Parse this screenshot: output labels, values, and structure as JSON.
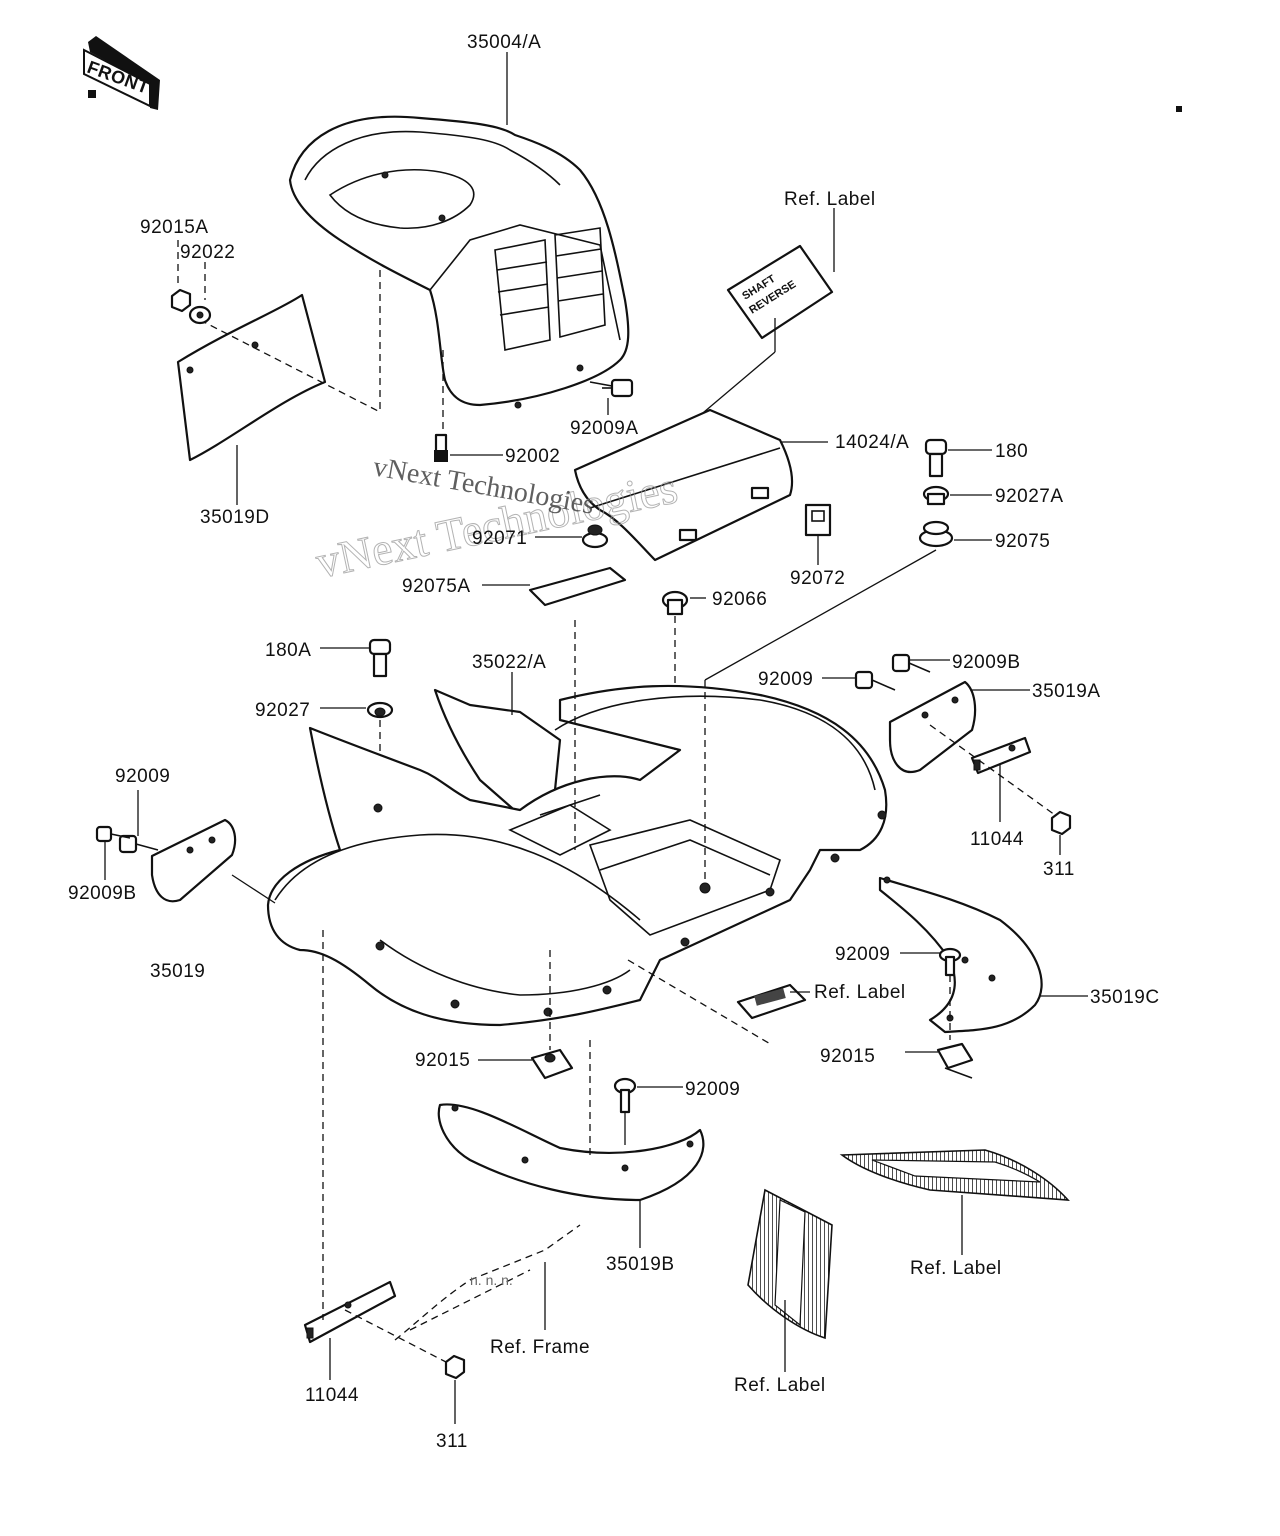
{
  "front_mark": "FRONT",
  "watermarks": [
    "vNext Technologies",
    "vNext Technologies"
  ],
  "callouts": [
    {
      "id": "35004a",
      "text": "35004/A"
    },
    {
      "id": "ref-label-top",
      "text": "Ref. Label"
    },
    {
      "id": "92015a",
      "text": "92015A"
    },
    {
      "id": "92022",
      "text": "92022"
    },
    {
      "id": "92009a",
      "text": "92009A"
    },
    {
      "id": "14024a",
      "text": "14024/A"
    },
    {
      "id": "180",
      "text": "180"
    },
    {
      "id": "92002",
      "text": "92002"
    },
    {
      "id": "92027a",
      "text": "92027A"
    },
    {
      "id": "35019d",
      "text": "35019D"
    },
    {
      "id": "92071",
      "text": "92071"
    },
    {
      "id": "92075",
      "text": "92075"
    },
    {
      "id": "92072",
      "text": "92072"
    },
    {
      "id": "92075a",
      "text": "92075A"
    },
    {
      "id": "92066",
      "text": "92066"
    },
    {
      "id": "180a",
      "text": "180A"
    },
    {
      "id": "35022a",
      "text": "35022/A"
    },
    {
      "id": "92009b-right",
      "text": "92009B"
    },
    {
      "id": "92009-right",
      "text": "92009"
    },
    {
      "id": "35019a",
      "text": "35019A"
    },
    {
      "id": "92027",
      "text": "92027"
    },
    {
      "id": "92009-left",
      "text": "92009"
    },
    {
      "id": "11044-right",
      "text": "11044"
    },
    {
      "id": "311-right",
      "text": "311"
    },
    {
      "id": "92009b-left",
      "text": "92009B"
    },
    {
      "id": "35019",
      "text": "35019"
    },
    {
      "id": "92009-mid-right",
      "text": "92009"
    },
    {
      "id": "ref-label-mid",
      "text": "Ref. Label"
    },
    {
      "id": "35019c",
      "text": "35019C"
    },
    {
      "id": "92015-left",
      "text": "92015"
    },
    {
      "id": "92015-right",
      "text": "92015"
    },
    {
      "id": "92009-bottom",
      "text": "92009"
    },
    {
      "id": "35019b",
      "text": "35019B"
    },
    {
      "id": "ref-label-bottom-right",
      "text": "Ref. Label"
    },
    {
      "id": "ref-frame",
      "text": "Ref. Frame"
    },
    {
      "id": "11044-left",
      "text": "11044"
    },
    {
      "id": "ref-label-bottom",
      "text": "Ref. Label"
    },
    {
      "id": "311-left",
      "text": "311"
    }
  ]
}
